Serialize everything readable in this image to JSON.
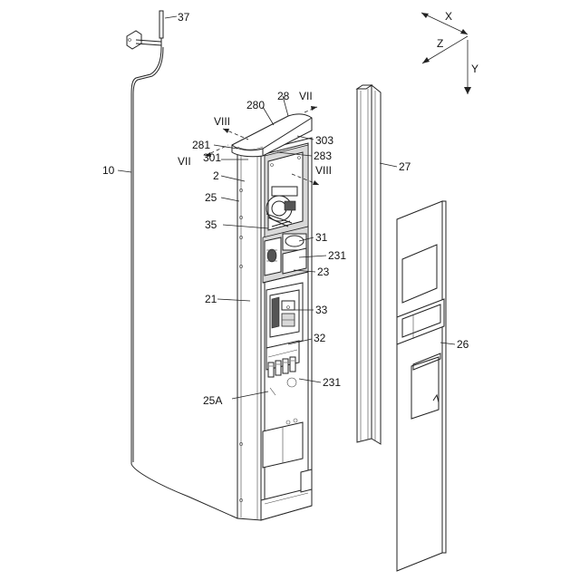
{
  "figure": {
    "references": {
      "antenna": "37",
      "cable": "10",
      "cover_top": "28",
      "cover_inner": "280",
      "cover_edge_left": "281",
      "cover_edge_right": "283",
      "cover_side": "303",
      "frame_top": "301",
      "body": "2",
      "panel_side": "25",
      "panel_lower": "25A",
      "column_side": "21",
      "unit_mid": "35",
      "unit_right": "31",
      "bracket_upper": "231",
      "bracket_lower": "231",
      "shelf": "23",
      "breaker": "33",
      "terminal": "32",
      "rail": "27",
      "front_cover": "26"
    },
    "section_marks": {
      "vii_top": "VII",
      "vii_left": "VII",
      "viii_top": "VIII",
      "viii_right": "VIII"
    },
    "axes": {
      "x": "X",
      "y": "Y",
      "z": "Z"
    }
  }
}
